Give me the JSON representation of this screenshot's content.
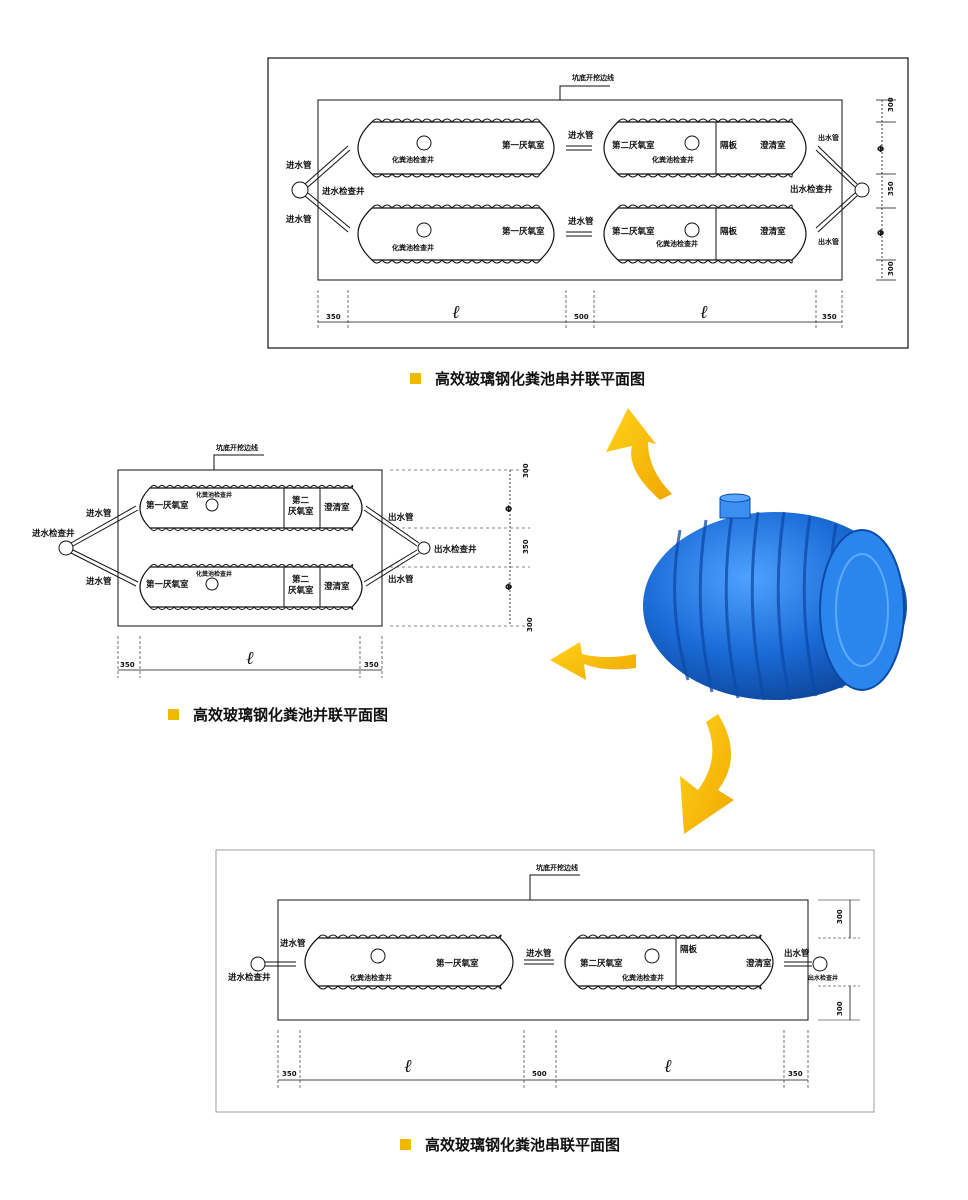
{
  "labels": {
    "pit_edge": "坑底开挖边线",
    "inlet_pipe": "进水管",
    "outlet_pipe": "出水管",
    "inlet_well": "进水检查井",
    "outlet_well": "出水检查井",
    "inspection_well": "化粪池检查井",
    "chamber_1": "第一厌氧室",
    "chamber_2": "第二厌氧室",
    "chamber_2_stacked": [
      "第二",
      "厌氧室"
    ],
    "partition": "隔板",
    "clarify": "澄清室",
    "length_symbol": "ℓ",
    "phi_symbol": "Φ"
  },
  "dims": {
    "d300": "300",
    "d350": "350",
    "d500": "500"
  },
  "captions": {
    "series_parallel": "高效玻璃钢化粪池串并联平面图",
    "parallel": "高效玻璃钢化粪池并联平面图",
    "series": "高效玻璃钢化粪池串联平面图"
  },
  "colors": {
    "accent": "#f0b800",
    "arrow": "#f5b800",
    "tank_blue": "#1e6fd4",
    "line": "#111111"
  }
}
